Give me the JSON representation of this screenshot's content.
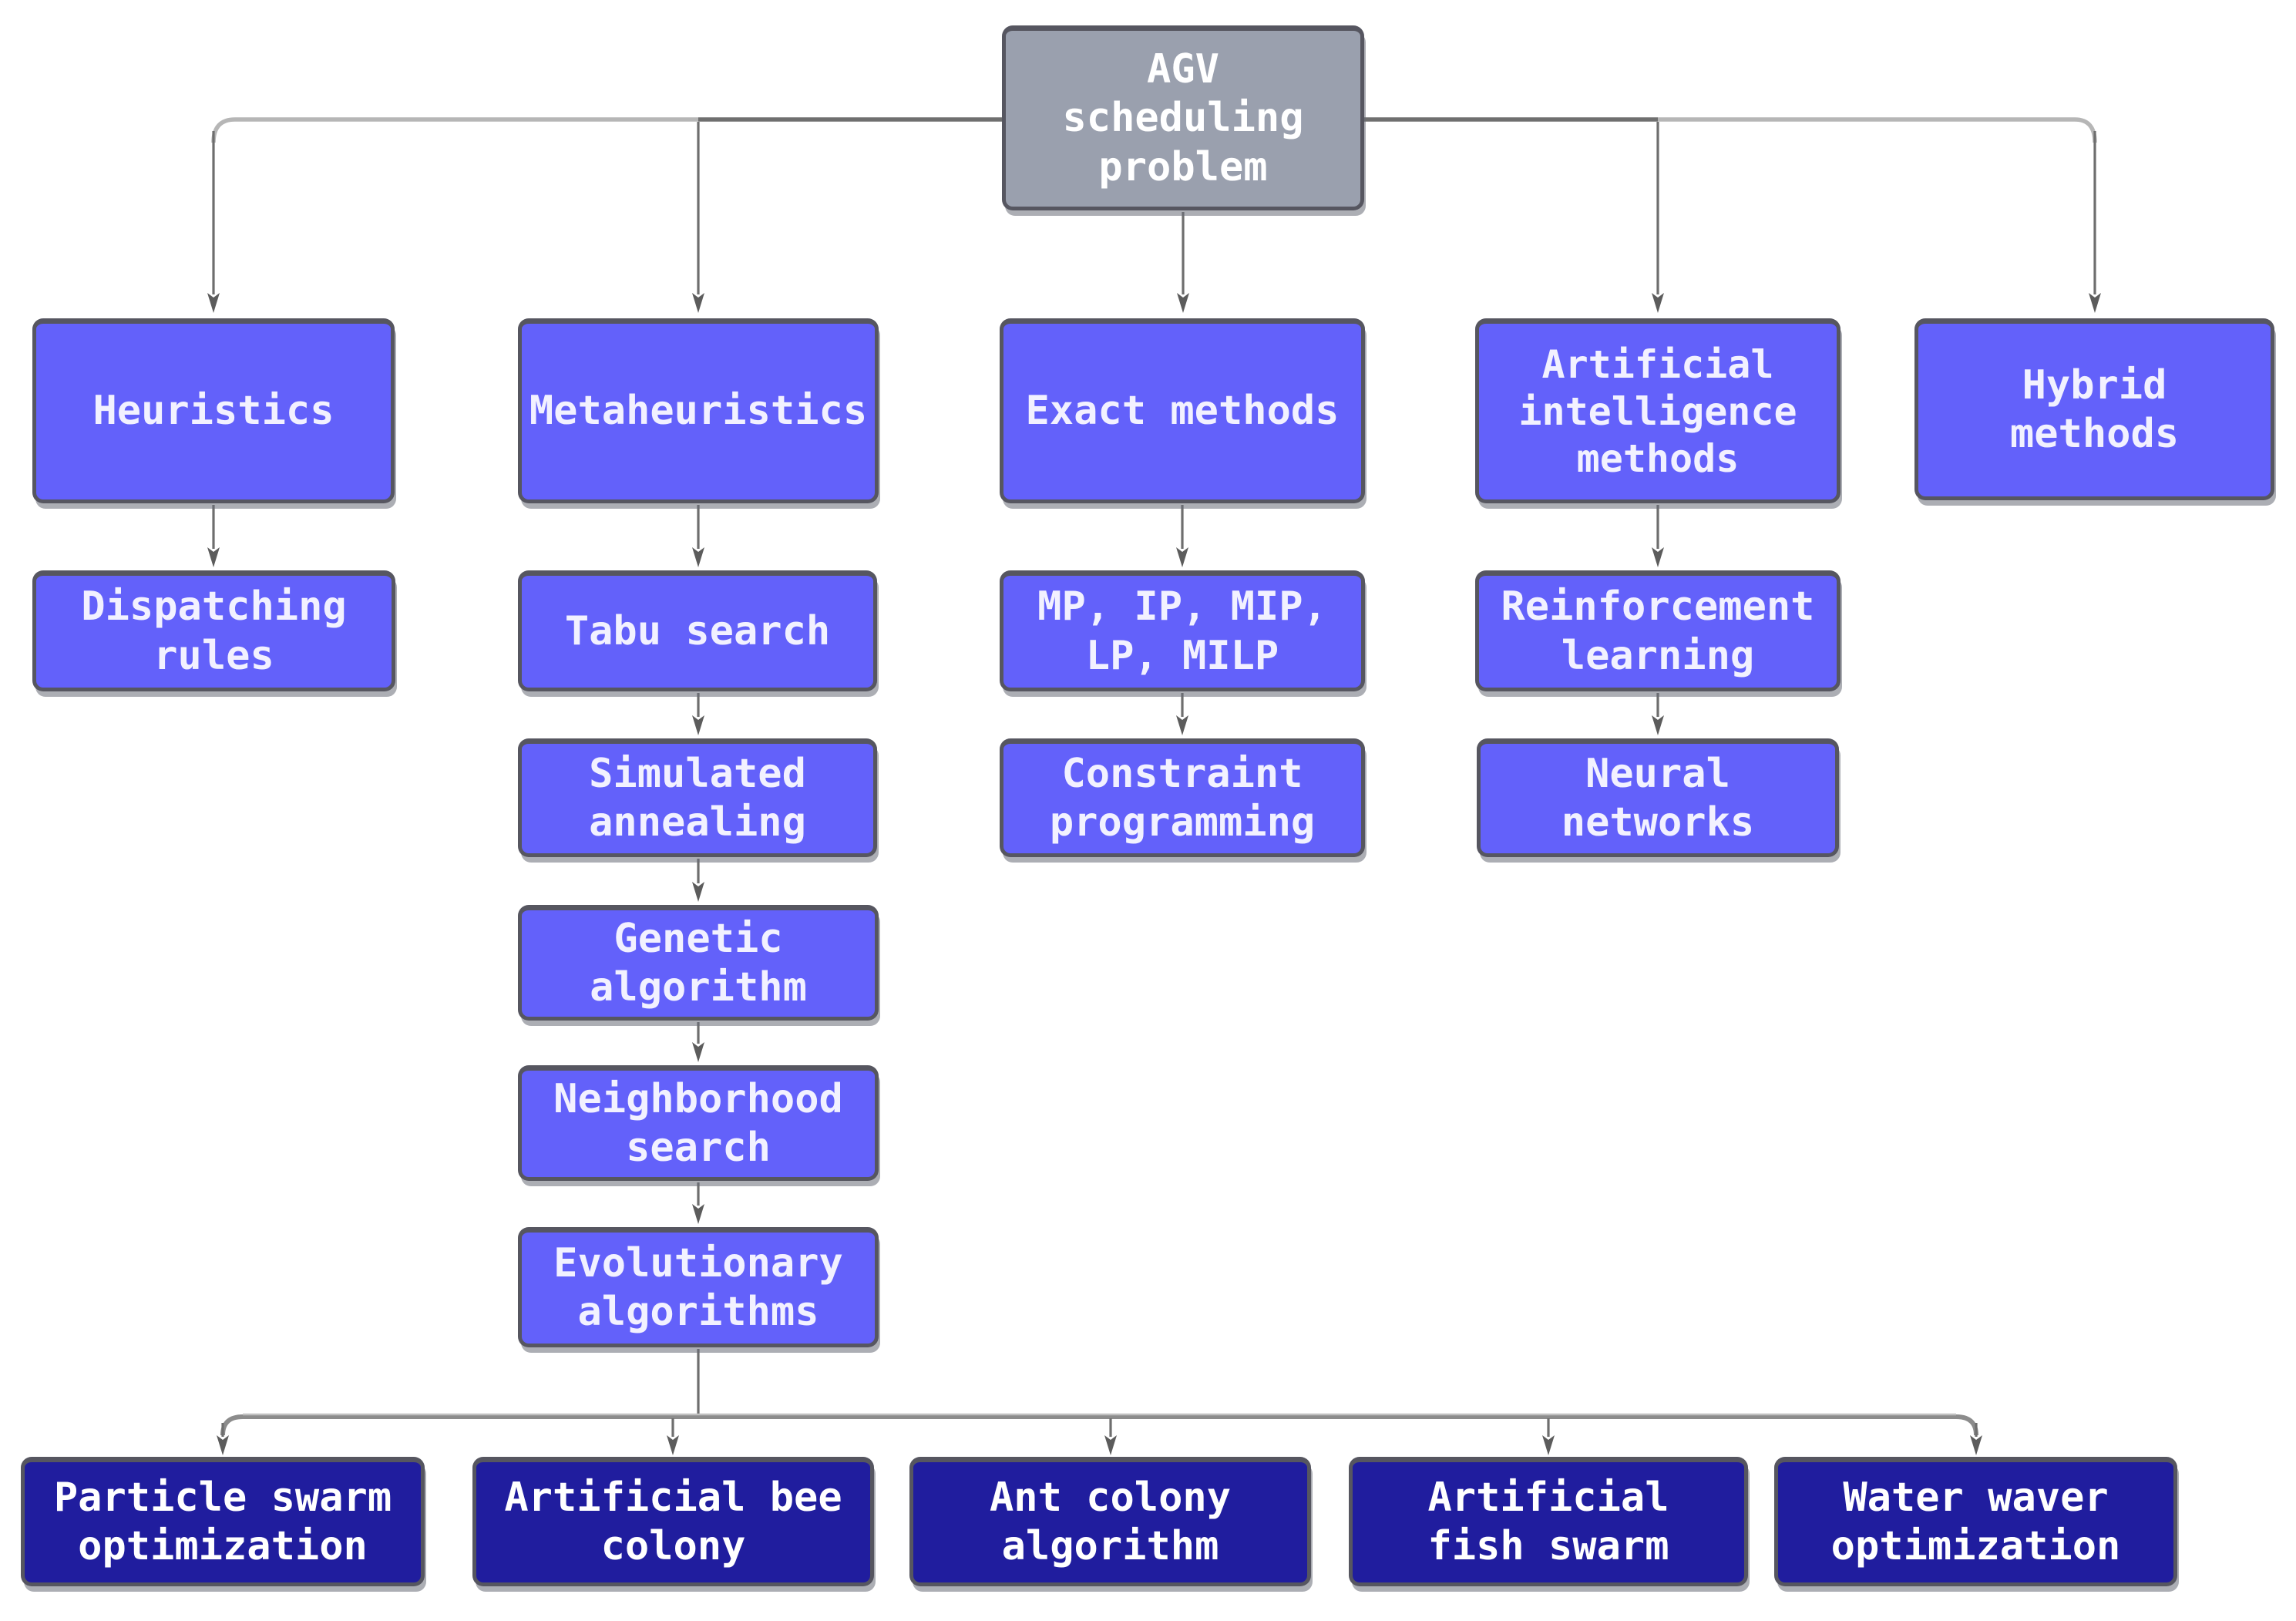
{
  "diagram": {
    "title": "AGV scheduling problem taxonomy",
    "colors": {
      "box_blue": "#6361fa",
      "box_navy": "#201d9e",
      "box_gray": "#9aa0ae",
      "box_border": "#565660",
      "connector_dark": "#6e6e6e",
      "connector_light": "#b6b6b6",
      "arrowhead": "#5c5c5c",
      "label_text": "#f2f1ff"
    },
    "nodes": [
      {
        "id": "agv",
        "label": "AGV\nscheduling\nproblem",
        "variant": "gray"
      },
      {
        "id": "heuristics",
        "label": "Heuristics",
        "variant": "blue"
      },
      {
        "id": "metaheuristics",
        "label": "Metaheuristics",
        "variant": "blue"
      },
      {
        "id": "exact-methods",
        "label": "Exact methods",
        "variant": "blue"
      },
      {
        "id": "ai-methods",
        "label": "Artificial\nintelligence\nmethods",
        "variant": "blue"
      },
      {
        "id": "hybrid-methods",
        "label": "Hybrid\nmethods",
        "variant": "blue"
      },
      {
        "id": "dispatching-rules",
        "label": "Dispatching\nrules",
        "variant": "blue"
      },
      {
        "id": "tabu-search",
        "label": "Tabu search",
        "variant": "blue"
      },
      {
        "id": "mp-ip-mip-lp-milp",
        "label": "MP, IP, MIP,\nLP, MILP",
        "variant": "blue"
      },
      {
        "id": "reinforcement-learning",
        "label": "Reinforcement\nlearning",
        "variant": "blue"
      },
      {
        "id": "simulated-annealing",
        "label": "Simulated\nannealing",
        "variant": "blue"
      },
      {
        "id": "constraint-programming",
        "label": "Constraint\nprogramming",
        "variant": "blue"
      },
      {
        "id": "neural-networks",
        "label": "Neural\nnetworks",
        "variant": "blue"
      },
      {
        "id": "genetic-algorithm",
        "label": "Genetic\nalgorithm",
        "variant": "blue"
      },
      {
        "id": "neighborhood-search",
        "label": "Neighborhood\nsearch",
        "variant": "blue"
      },
      {
        "id": "evolutionary-algorithms",
        "label": "Evolutionary\nalgorithms",
        "variant": "blue"
      },
      {
        "id": "particle-swarm-optimization",
        "label": "Particle swarm\noptimization",
        "variant": "navy"
      },
      {
        "id": "artificial-bee-colony",
        "label": "Artificial bee\ncolony",
        "variant": "navy"
      },
      {
        "id": "ant-colony-algorithm",
        "label": "Ant colony\nalgorithm",
        "variant": "navy"
      },
      {
        "id": "artificial-fish-swarm",
        "label": "Artificial\nfish swarm",
        "variant": "navy"
      },
      {
        "id": "water-waver-optimization",
        "label": "Water waver\noptimization",
        "variant": "navy"
      }
    ],
    "edges": [
      {
        "from": "agv",
        "to": "heuristics"
      },
      {
        "from": "agv",
        "to": "metaheuristics"
      },
      {
        "from": "agv",
        "to": "exact-methods"
      },
      {
        "from": "agv",
        "to": "ai-methods"
      },
      {
        "from": "agv",
        "to": "hybrid-methods"
      },
      {
        "from": "heuristics",
        "to": "dispatching-rules"
      },
      {
        "from": "metaheuristics",
        "to": "tabu-search"
      },
      {
        "from": "tabu-search",
        "to": "simulated-annealing"
      },
      {
        "from": "simulated-annealing",
        "to": "genetic-algorithm"
      },
      {
        "from": "genetic-algorithm",
        "to": "neighborhood-search"
      },
      {
        "from": "neighborhood-search",
        "to": "evolutionary-algorithms"
      },
      {
        "from": "evolutionary-algorithms",
        "to": "particle-swarm-optimization"
      },
      {
        "from": "evolutionary-algorithms",
        "to": "artificial-bee-colony"
      },
      {
        "from": "evolutionary-algorithms",
        "to": "ant-colony-algorithm"
      },
      {
        "from": "evolutionary-algorithms",
        "to": "artificial-fish-swarm"
      },
      {
        "from": "evolutionary-algorithms",
        "to": "water-waver-optimization"
      },
      {
        "from": "exact-methods",
        "to": "mp-ip-mip-lp-milp"
      },
      {
        "from": "mp-ip-mip-lp-milp",
        "to": "constraint-programming"
      },
      {
        "from": "ai-methods",
        "to": "reinforcement-learning"
      },
      {
        "from": "reinforcement-learning",
        "to": "neural-networks"
      }
    ]
  }
}
